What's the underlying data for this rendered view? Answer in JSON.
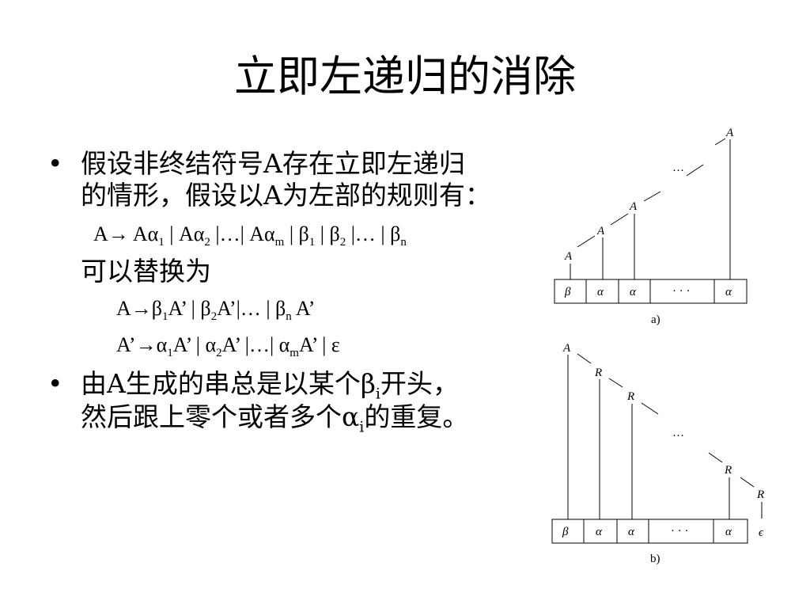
{
  "title": "立即左递归的消除",
  "bullets": {
    "symbol": "•",
    "b1_line1": "假设非终结符号A存在立即左递归",
    "b1_line2": "的情形，假设以A为左部的规则有：",
    "rule1": {
      "lhs": "A",
      "arrow": "→",
      "p1": " Aα",
      "s1": "1",
      "p2": " | Aα",
      "s2": "2",
      "p3": " |…| Aα",
      "s3": "m",
      "p4": " | β",
      "s4": "1",
      "p5": "  | β",
      "s5": "2",
      "p6": " |… |  β",
      "s6": "n"
    },
    "replace": "可以替换为",
    "rule2": {
      "lhs": "A",
      "arrow": "→",
      "p1": "β",
      "s1": "1",
      "p2": "A’ | β",
      "s2": "2",
      "p3": "A’|… |  β",
      "s3": "n",
      "p4": " A’"
    },
    "rule3": {
      "lhs": "A’",
      "arrow": "→",
      "p1": "α",
      "s1": "1",
      "p2": "A’ | α",
      "s2": "2",
      "p3": "A’ |…| α",
      "s3": "m",
      "p4": "A’ | ε"
    },
    "b2_line1_a": "由A生成的串总是以某个β",
    "b2_line1_sub": "i",
    "b2_line1_b": "开头，",
    "b2_line2_a": "然后跟上零个或者多个α",
    "b2_line2_sub": "i",
    "b2_line2_b": "的重复。"
  },
  "diagram_a": {
    "nodes": [
      "A",
      "A",
      "A",
      "A"
    ],
    "dots": "…",
    "cells": [
      "β",
      "α",
      "α",
      "· · ·",
      "α"
    ],
    "caption": "a)"
  },
  "diagram_b": {
    "nodes": [
      "A",
      "R",
      "R",
      "R",
      "R"
    ],
    "dots": "…",
    "cells": [
      "β",
      "α",
      "α",
      "· · ·",
      "α"
    ],
    "epsilon": "ϵ",
    "caption": "b)"
  }
}
